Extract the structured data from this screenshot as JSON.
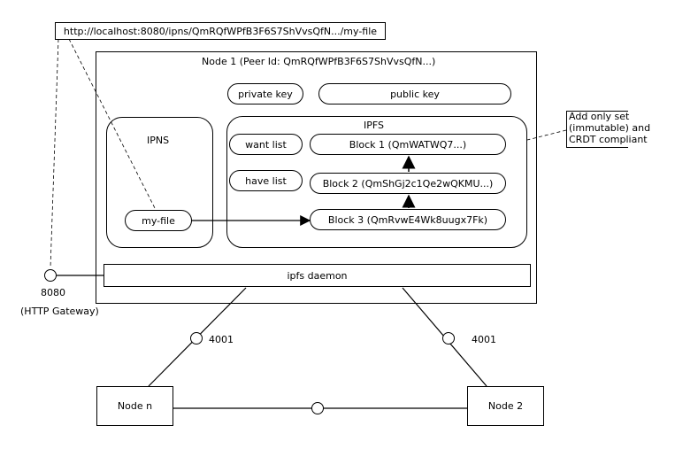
{
  "url_label": "http://localhost:8080/ipns/QmRQfWPfB3F6S7ShVvsQfN.../my-file",
  "node1": {
    "title": "Node 1 (Peer Id: QmRQfWPfB3F6S7ShVvsQfN...)",
    "private_key": "private key",
    "public_key": "public key",
    "daemon": "ipfs daemon"
  },
  "ipns": {
    "title": "IPNS",
    "entry": "my-file"
  },
  "ipfs": {
    "title": "IPFS",
    "want_list": "want list",
    "have_list": "have list",
    "blocks": [
      "Block 1 (QmWATWQ7...)",
      "Block 2 (QmShGj2c1Qe2wQKMU...)",
      "Block 3 (QmRvwE4Wk8uugx7Fk)"
    ]
  },
  "note": {
    "lines": [
      "Add only set",
      "(immutable) and",
      "CRDT compliant"
    ]
  },
  "gateway": {
    "port": "8080",
    "label": "(HTTP Gateway)"
  },
  "swarm_port_left": "4001",
  "swarm_port_right": "4001",
  "node_n": "Node n",
  "node_2": "Node 2"
}
